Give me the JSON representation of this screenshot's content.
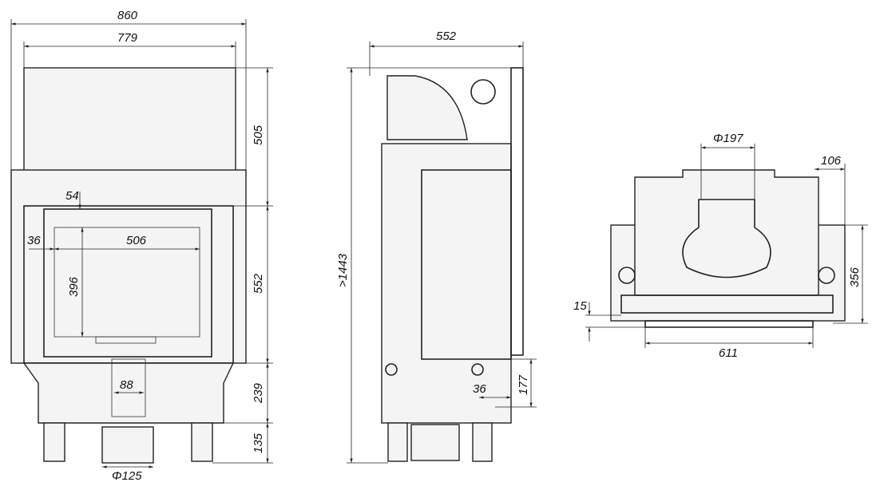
{
  "front_view": {
    "width_total": "860",
    "width_top": "779",
    "h_top": "505",
    "frame_offset": "54",
    "side_margin": "36",
    "glass_width": "506",
    "glass_height": "396",
    "h_door": "552",
    "h_base": "239",
    "duct_width": "88",
    "h_legs": "135",
    "flue_diameter": "Φ125"
  },
  "side_view": {
    "depth": "552",
    "height_total": ">1443",
    "air_offset": "36",
    "air_height": "177"
  },
  "top_view": {
    "flue_diameter": "Φ197",
    "side_offset": "106",
    "depth": "356",
    "front_offset": "15",
    "width": "611"
  }
}
